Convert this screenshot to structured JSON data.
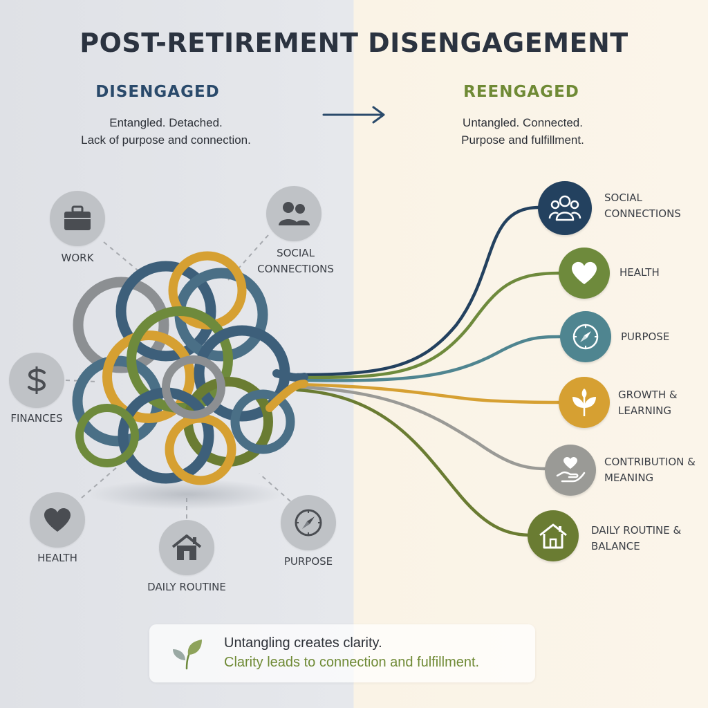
{
  "title": "POST-RETIREMENT DISENGAGEMENT",
  "left": {
    "heading": "DISENGAGED",
    "subtitle": [
      "Entangled. Detached.",
      "Lack of purpose and connection."
    ],
    "items": [
      {
        "label": "WORK",
        "icon": "briefcase-icon"
      },
      {
        "label_lines": [
          "SOCIAL",
          "CONNECTIONS"
        ],
        "icon": "people-icon"
      },
      {
        "label": "FINANCES",
        "icon": "dollar-icon"
      },
      {
        "label": "HEALTH",
        "icon": "heart-icon"
      },
      {
        "label": "DAILY ROUTINE",
        "icon": "house-icon"
      },
      {
        "label": "PURPOSE",
        "icon": "compass-icon"
      }
    ]
  },
  "right": {
    "heading": "REENGAGED",
    "subtitle": [
      "Untangled. Connected.",
      "Purpose and fulfillment."
    ],
    "items": [
      {
        "label_lines": [
          "SOCIAL",
          "CONNECTIONS"
        ],
        "icon": "people-icon",
        "color": "#23415f"
      },
      {
        "label_lines": [
          "HEALTH"
        ],
        "icon": "heart-icon",
        "color": "#6e8a3c"
      },
      {
        "label_lines": [
          "PURPOSE"
        ],
        "icon": "compass-icon",
        "color": "#4f8590"
      },
      {
        "label_lines": [
          "GROWTH &",
          "LEARNING"
        ],
        "icon": "sprout-icon",
        "color": "#d6a032"
      },
      {
        "label_lines": [
          "CONTRIBUTION &",
          "MEANING"
        ],
        "icon": "heart-hand-icon",
        "color": "#9a9a96"
      },
      {
        "label_lines": [
          "DAILY ROUTINE &",
          "BALANCE"
        ],
        "icon": "house-icon",
        "color": "#6a7c32"
      }
    ]
  },
  "callout": {
    "line1": "Untangling creates clarity.",
    "line2": "Clarity leads to connection and fulfillment.",
    "icon": "leaf-icon"
  },
  "colors": {
    "navy": "#23415f",
    "green": "#6e8a3c",
    "teal": "#4f8590",
    "gold": "#d6a032",
    "gray": "#9a9a96",
    "olive": "#6a7c32",
    "left_circle": "#bfc2c6"
  }
}
